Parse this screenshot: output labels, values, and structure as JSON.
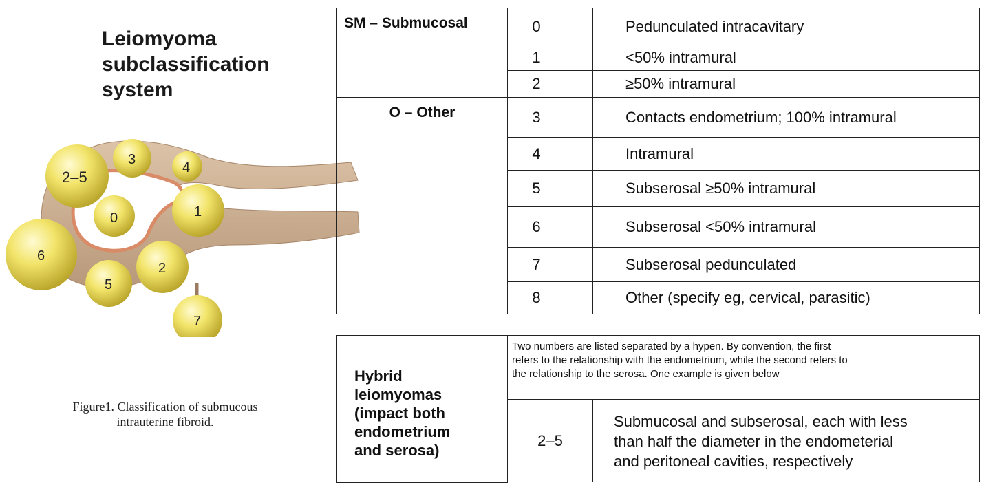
{
  "title": {
    "lines": [
      "Leiomyoma",
      "subclassification",
      "system"
    ]
  },
  "diagram": {
    "labels": {
      "f0": "0",
      "f1": "1",
      "f2": "2",
      "f3": "3",
      "f4": "4",
      "f5": "5",
      "f6": "6",
      "f7": "7",
      "f25": "2–5"
    },
    "colors": {
      "fibroid": "#f2e46a",
      "uterus": "#c9a98a",
      "cavity": "#d98a66"
    }
  },
  "caption": {
    "lines": [
      "Figure1. Classification of submucous",
      "intrauterine fibroid."
    ]
  },
  "table": {
    "groups": [
      {
        "category": "SM – Submucosal",
        "rows": [
          {
            "num": "0",
            "desc": "Pedunculated intracavitary"
          },
          {
            "num": "1",
            "desc": "<50% intramural"
          },
          {
            "num": "2",
            "desc": "≥50% intramural"
          }
        ]
      },
      {
        "category": "O – Other",
        "rows": [
          {
            "num": "3",
            "desc": "Contacts endometrium; 100% intramural"
          },
          {
            "num": "4",
            "desc": "Intramural"
          },
          {
            "num": "5",
            "desc": "Subserosal ≥50% intramural"
          },
          {
            "num": "6",
            "desc": "Subserosal <50% intramural"
          },
          {
            "num": "7",
            "desc": "Subserosal pedunculated"
          },
          {
            "num": "8",
            "desc": "Other (specify eg, cervical, parasitic)"
          }
        ]
      }
    ]
  },
  "hybrid": {
    "category_lines": [
      "Hybrid",
      "leiomyomas",
      "(impact both",
      "endometrium",
      "and serosa)"
    ],
    "note_lines": [
      "Two numbers are listed separated by a hypen. By convention, the first",
      "refers to the relationship with the endometrium, while the second refers to",
      "the relationship to the serosa. One example is given below"
    ],
    "example_num": "2–5",
    "example_desc_lines": [
      "Submucosal and subserosal, each with less",
      "than half the diameter in the endometerial",
      "and peritoneal cavities, respectively"
    ]
  }
}
